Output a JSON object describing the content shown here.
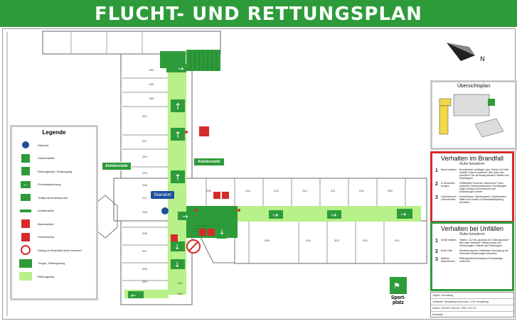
{
  "title": "FLUCHT- UND RETTUNGSPLAN",
  "colors": {
    "escape_green": "#2e9b3a",
    "route_light_green": "#b8f08a",
    "stair_green": "#2e9b3a",
    "fire_red": "#d62b2b",
    "standort_blue": "#1d4e9c",
    "wall": "#555555"
  },
  "legend": {
    "title": "Legende",
    "items": [
      {
        "icon": "standort-dot-icon",
        "label": "Standort"
      },
      {
        "icon": "assembly-point-icon",
        "label": "Sammelstelle"
      },
      {
        "icon": "emergency-exit-icon",
        "label": "Rettungsweg / Notausgang"
      },
      {
        "icon": "arrow-left-icon",
        "label": "Fluchtwegrichtung"
      },
      {
        "icon": "corridor-icon",
        "label": "Treffpunkt Anleiterpunkt"
      },
      {
        "icon": "anleiterstelle-icon",
        "label": "Anleiterstelle"
      },
      {
        "icon": "fire-extinguisher-icon",
        "label": "Brandmelder"
      },
      {
        "icon": "fire-alarm-icon",
        "label": "Feuerlöscher"
      },
      {
        "icon": "no-elevator-icon",
        "label": "Aufzug im Brandfall nicht benutzen"
      },
      {
        "icon": "stair-green-icon",
        "label": "Treppe, Rettungsweg"
      },
      {
        "icon": "route-green-icon",
        "label": "Rettungsweg"
      }
    ]
  },
  "map": {
    "standort_label": "Standort",
    "anleiterstelle_labels": [
      "Anleiterstelle",
      "Anleiterstelle"
    ],
    "sportplatz_label": "Sport-\nplatz",
    "room_numbers": [
      "WC",
      "WC",
      "WC",
      "222",
      "221",
      "220",
      "219",
      "218",
      "217",
      "216",
      "215",
      "214",
      "213",
      "212",
      "211",
      "210",
      "209",
      "208",
      "207",
      "206",
      "205",
      "204",
      "203",
      "202",
      "201",
      "200",
      "231",
      "230"
    ]
  },
  "overview": {
    "title": "Übersichtsplan"
  },
  "brandfall": {
    "title": "Verhalten im Brandfall",
    "subtitle": "Ruhe bewahren",
    "steps": [
      {
        "num": "1",
        "label": "Brand melden",
        "text": "Brandmelder betätigen oder Telefon 112 Wer meldet? Was ist passiert? Wie viele sind betroffen? Wo ist etwas passiert? Warten auf Rückfragen!"
      },
      {
        "num": "2",
        "label": "In Sicherheit bringen",
        "text": "Gefährdete Personen mitnehmen Türen schließen Gekennzeichneten Fluchtwegen folgen Aufzug nicht benutzen Auf Anweisungen achten"
      },
      {
        "num": "3",
        "label": "Löschversuch unternehmen",
        "text": "Feuerlöscher, Wandhydrant, Löschdecken, Mittel und Geräte zur Brandbekämpfung benutzen"
      }
    ]
  },
  "unfall": {
    "title": "Verhalten bei Unfällen",
    "subtitle": "Ruhe bewahren",
    "steps": [
      {
        "num": "1",
        "label": "Unfall melden",
        "text": "Telefon: 112 Wo geschah es? Was geschah? Wie viele Verletzte? Welche Arten von Verletzungen? Warten auf Rückfragen!"
      },
      {
        "num": "2",
        "label": "Erste Hilfe",
        "text": "Absicherung des Unfallortes Versorgung der Verletzten Anweisungen beachten"
      },
      {
        "num": "3",
        "label": "Weitere Maßnahmen",
        "text": "Rettungsdienst einweisen Schaulustige entfernen"
      }
    ]
  },
  "info_table": [
    "Objekt: Verwaltung",
    "Gebäude: Verwaltung     Geschoss: 1.OG Verwaltung",
    "Datum: 04/2021          Plan-Nr.: FRP 1.OG 01",
    "Massstab"
  ]
}
